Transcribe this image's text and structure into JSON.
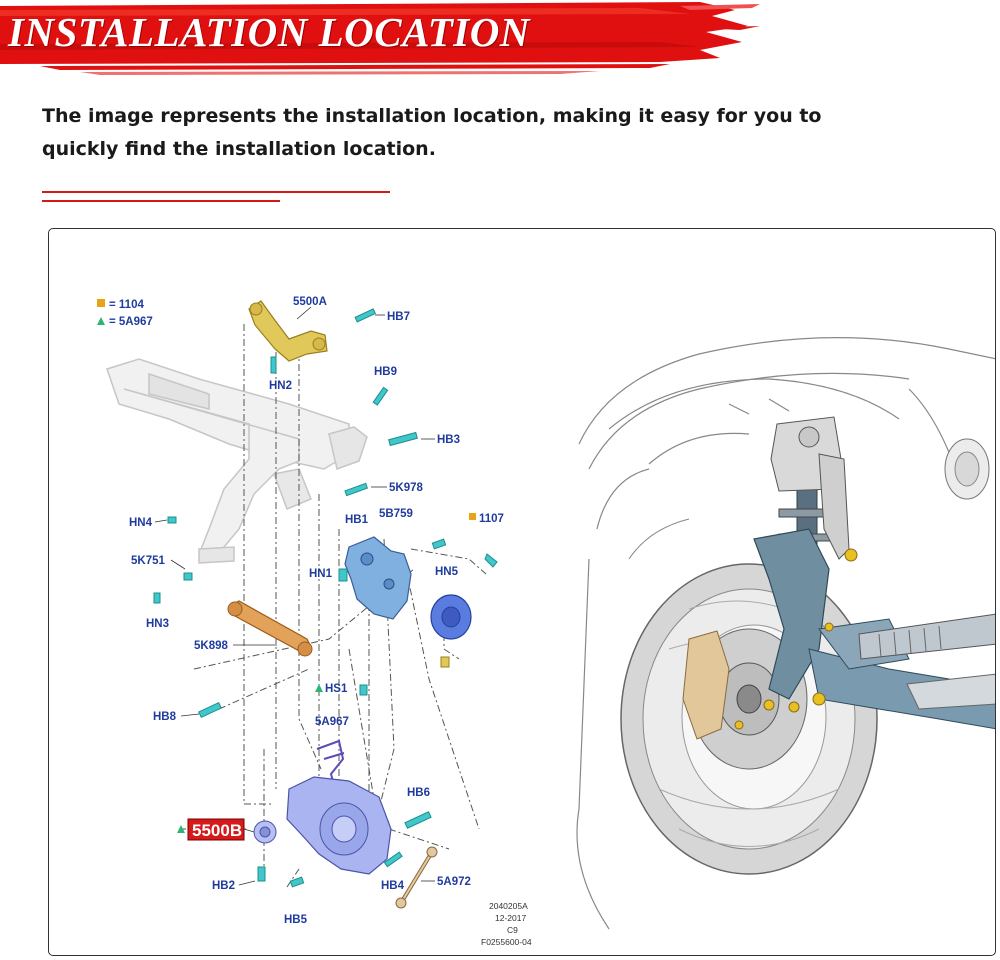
{
  "header": {
    "title": "INSTALLATION LOCATION",
    "colors": {
      "banner_red": "#e01010",
      "banner_text": "#ffffff"
    }
  },
  "intro": {
    "text": "The image represents the installation location, making it easy for you to quickly find the installation location."
  },
  "diagram": {
    "legend": [
      {
        "symbol": "square",
        "color": "#e8a317",
        "text": "= 1104"
      },
      {
        "symbol": "triangle",
        "color": "#2bb673",
        "text": "= 5A967"
      }
    ],
    "parts": {
      "p5500a": "5500A",
      "hb7": "HB7",
      "hn2": "HN2",
      "hb9": "HB9",
      "hb3": "HB3",
      "p5k978": "5K978",
      "hn4": "HN4",
      "hb1": "HB1",
      "p5b759": "5B759",
      "p1107": "1107",
      "p5k751": "5K751",
      "hn1": "HN1",
      "hn5": "HN5",
      "hn3": "HN3",
      "p5k898": "5K898",
      "hs1": "HS1",
      "hb8": "HB8",
      "p5a967": "5A967",
      "hb6": "HB6",
      "p5500b": "5500B",
      "hb2": "HB2",
      "hb4": "HB4",
      "p5a972": "5A972",
      "hb5": "HB5"
    },
    "reference_codes": [
      "2040205A",
      "12-2017",
      "C9",
      "F0255600-04"
    ],
    "colors": {
      "knuckle": "#a9b4f0",
      "arm": "#e2a25a",
      "bolt": "#3fc7c9",
      "upper_arm": "#e0c85a",
      "hub": "#5a7be0",
      "bracket": "#7a9ad9"
    }
  }
}
